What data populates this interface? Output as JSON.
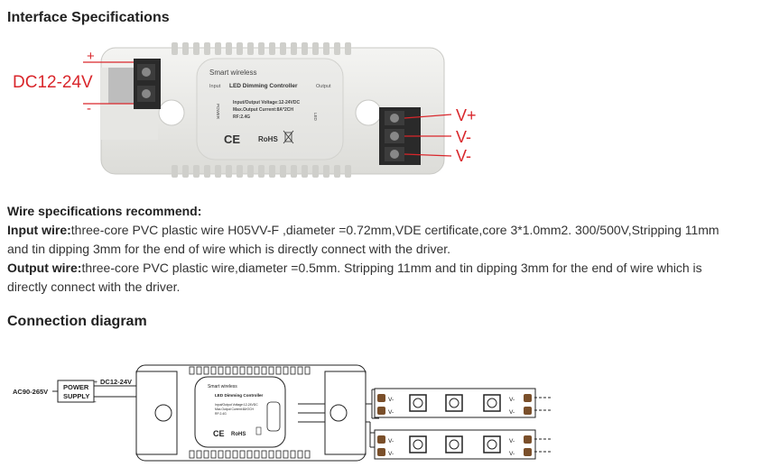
{
  "sections": {
    "interface_title": "Interface Specifications",
    "connection_title": "Connection diagram"
  },
  "interface_photo": {
    "input_plus": "+",
    "input_minus": "-",
    "input_voltage": "DC12-24V",
    "output_labels": [
      "V+",
      "V-",
      "V-"
    ],
    "device": {
      "brand": "Smart wireless",
      "input_label": "Input",
      "output_label": "Output",
      "name": "LED Dimming Controller",
      "spec_line1": "Input/Output Voltage:12-24VDC",
      "spec_line2": "Max.Output Current:8A*2CH",
      "spec_line3": "RF:2.4G",
      "power_label": "POWER",
      "led_label": "LED",
      "ce": "CE",
      "rohs": "RoHS"
    }
  },
  "wire_specs": {
    "heading": "Wire specifications recommend:",
    "input_label": "Input wire:",
    "input_text": "three-core PVC plastic wire H05VV-F ,diameter =0.72mm,VDE certificate,core 3*1.0mm2. 300/500V,Stripping 11mm and tin dipping 3mm for the end of wire which is directly connect with the driver.",
    "output_label": "Output wire:",
    "output_text": "three-core PVC plastic wire,diameter =0.5mm. Stripping 11mm and tin dipping 3mm for the end of wire which is directly connect with the driver."
  },
  "diagram": {
    "ac_label": "AC90-265V",
    "power_supply_line1": "POWER",
    "power_supply_line2": "SUPPLY",
    "dc_label": "DC12-24V",
    "plus": "+",
    "minus": "-",
    "device_brand": "Smart wireless",
    "device_name": "LED Dimming Controller",
    "device_spec1": "Input/Output Voltage:12-24VDC",
    "device_spec2": "Max.Output Current:8A*2CH",
    "device_spec3": "RF:2.4G",
    "ce": "CE",
    "rohs": "RoHS",
    "strip_pin_label": "V-"
  }
}
